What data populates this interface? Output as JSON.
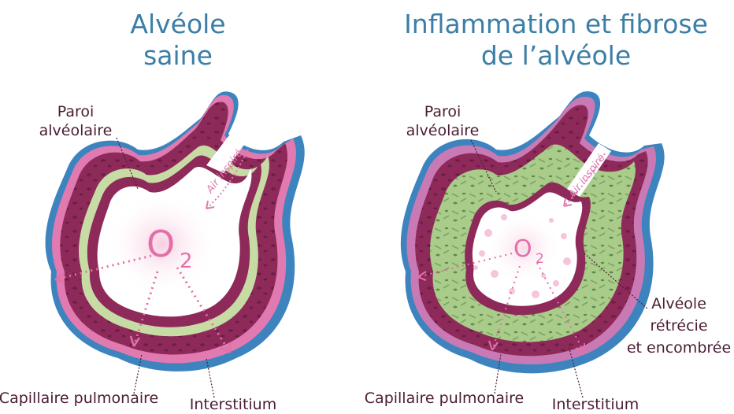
{
  "healthy": {
    "title_line1": "Alvéole",
    "title_line2": "saine",
    "wall_label_line1": "Paroi",
    "wall_label_line2": "alvéolaire",
    "air_label": "Air inspiré",
    "gas_main": "O",
    "gas_sub": "2",
    "capillary_label": "Capillaire pulmonaire",
    "interstitium_label": "Interstitium"
  },
  "fibrosis": {
    "title_line1": "Inflammation et fibrose",
    "title_line2": "de l’alvéole",
    "wall_label_line1": "Paroi",
    "wall_label_line2": "alvéolaire",
    "air_label": "Air inspiré",
    "gas_main": "O",
    "gas_sub": "2",
    "narrowed_label_line1": "Alvéole",
    "narrowed_label_line2": "rétrécie",
    "narrowed_label_line3": "et encombrée",
    "capillary_label": "Capillaire pulmonaire",
    "interstitium_label": "Interstitium"
  },
  "colors": {
    "title": "#3b7ea6",
    "label": "#4a1d33",
    "wall_dark": "#8e2a5a",
    "wall_pink": "#e07ab0",
    "capillary_blue": "#3d84bf",
    "interstitium_green": "#c6dca4",
    "fibrosis_green": "#a9cc8a",
    "o2_pink": "#e46fa8"
  }
}
